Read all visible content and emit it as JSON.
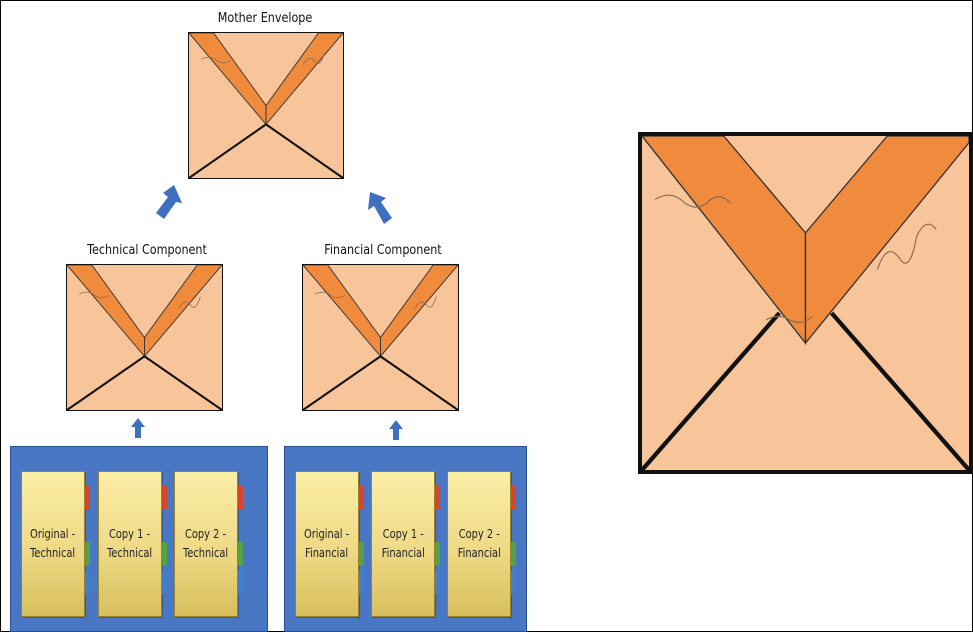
{
  "labels": {
    "mother": "Mother Envelope",
    "technical": "Technical Component",
    "financial": "Financial Component"
  },
  "technical_folders": [
    {
      "line1": "Original -",
      "line2": "Technical"
    },
    {
      "line1": "Copy 1 -",
      "line2": "Technical"
    },
    {
      "line1": "Copy 2 -",
      "line2": "Technical"
    }
  ],
  "financial_folders": [
    {
      "line1": "Original -",
      "line2": "Financial"
    },
    {
      "line1": "Copy 1 -",
      "line2": "Financial"
    },
    {
      "line1": "Copy 2 -",
      "line2": "Financial"
    }
  ],
  "colors": {
    "envelope_body": "#f8c49a",
    "envelope_flap": "#f08a3c",
    "arrow": "#3f6fbf",
    "panel": "#4a77c4",
    "folder": "#f3e08f"
  },
  "icons": [
    "envelope-icon",
    "arrow-up-icon",
    "folder-icon"
  ]
}
